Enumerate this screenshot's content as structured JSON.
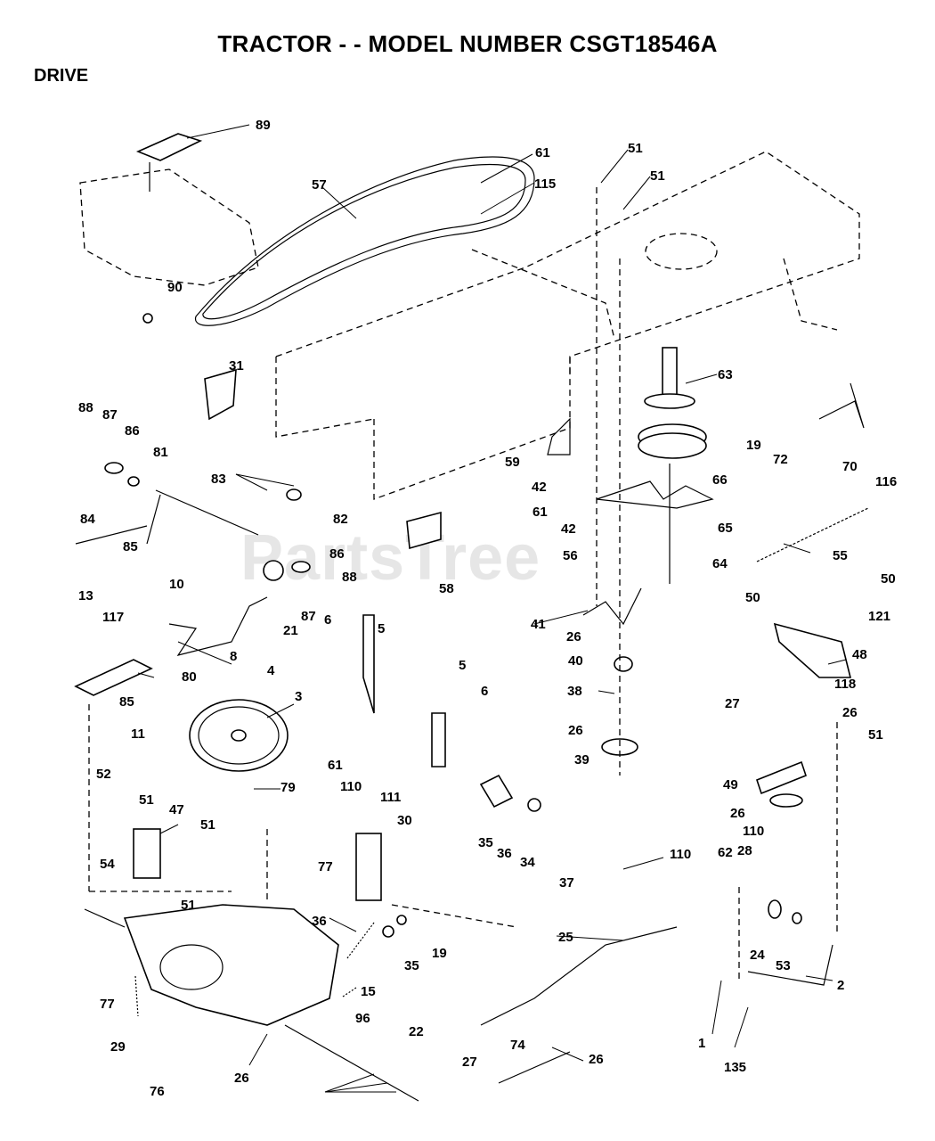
{
  "header": {
    "title": "TRACTOR - - MODEL NUMBER CSGT18546A",
    "section": "DRIVE"
  },
  "watermark": "PartsTree",
  "callouts": [
    "89",
    "61",
    "115",
    "57",
    "51",
    "51",
    "90",
    "31",
    "63",
    "19",
    "72",
    "70",
    "116",
    "88",
    "87",
    "86",
    "81",
    "83",
    "82",
    "59",
    "42",
    "61",
    "66",
    "84",
    "85",
    "86",
    "88",
    "87",
    "42",
    "56",
    "65",
    "55",
    "64",
    "58",
    "13",
    "117",
    "10",
    "21",
    "6",
    "5",
    "41",
    "50",
    "50",
    "121",
    "26",
    "40",
    "8",
    "80",
    "4",
    "48",
    "85",
    "38",
    "27",
    "118",
    "26",
    "3",
    "11",
    "5",
    "6",
    "26",
    "51",
    "61",
    "39",
    "52",
    "79",
    "110",
    "111",
    "49",
    "51",
    "30",
    "47",
    "26",
    "110",
    "51",
    "62",
    "35",
    "36",
    "34",
    "37",
    "110",
    "77",
    "54",
    "51",
    "28",
    "25",
    "36",
    "24",
    "19",
    "35",
    "53",
    "2",
    "15",
    "77",
    "96",
    "29",
    "74",
    "22",
    "26",
    "1",
    "76",
    "26",
    "27",
    "135"
  ]
}
